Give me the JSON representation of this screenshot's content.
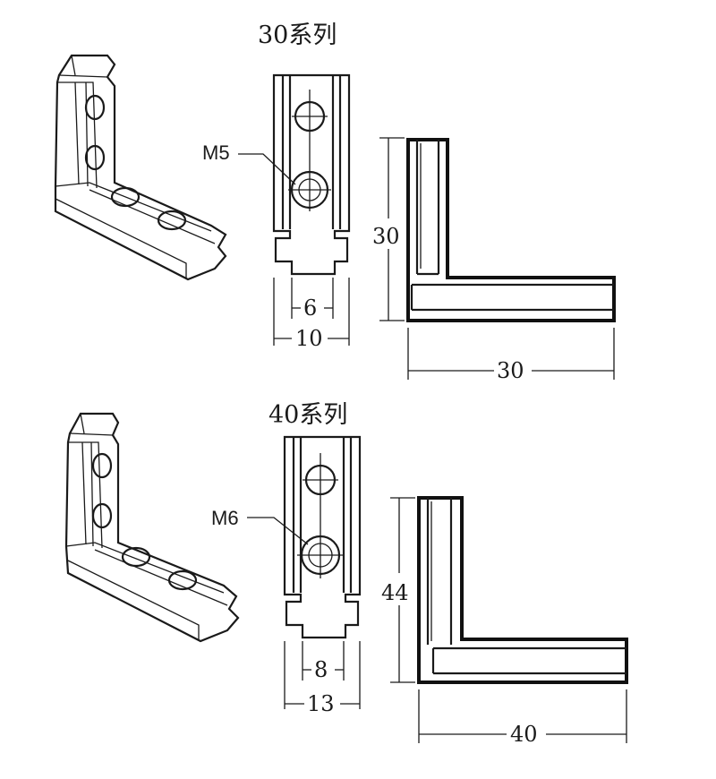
{
  "series_30": {
    "title": "30系列",
    "thread": "M5",
    "slot_inner": "6",
    "slot_outer": "10",
    "height": "30",
    "width": "30"
  },
  "series_40": {
    "title": "40系列",
    "thread": "M6",
    "slot_inner": "8",
    "slot_outer": "13",
    "height": "44",
    "width": "40"
  }
}
